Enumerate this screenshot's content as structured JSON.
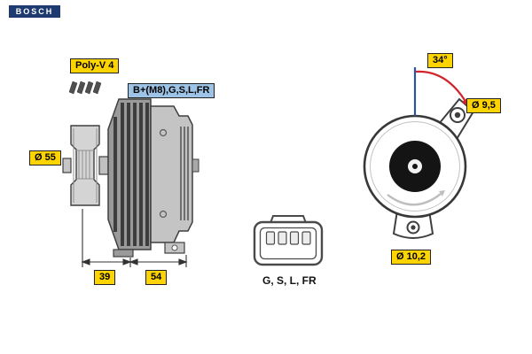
{
  "brand": {
    "logo_text": "BOSCH"
  },
  "labels": {
    "poly_v": "Poly-V 4",
    "terminals": "B+(M8),G,S,L,FR",
    "pulley_diameter": "Ø 55",
    "dim_39": "39",
    "dim_54": "54",
    "angle": "34°",
    "hole_top": "Ø 9,5",
    "hole_bottom": "Ø 10,2",
    "connector_pins": "G, S, L, FR"
  },
  "colors": {
    "label_yellow": "#fdd400",
    "label_blue": "#9dc3e6",
    "angle_arc_red": "#d2232a",
    "reference_line_blue": "#2b55a3",
    "logo_navy": "#1e3a6e",
    "line_gray": "#3f3f3f"
  }
}
